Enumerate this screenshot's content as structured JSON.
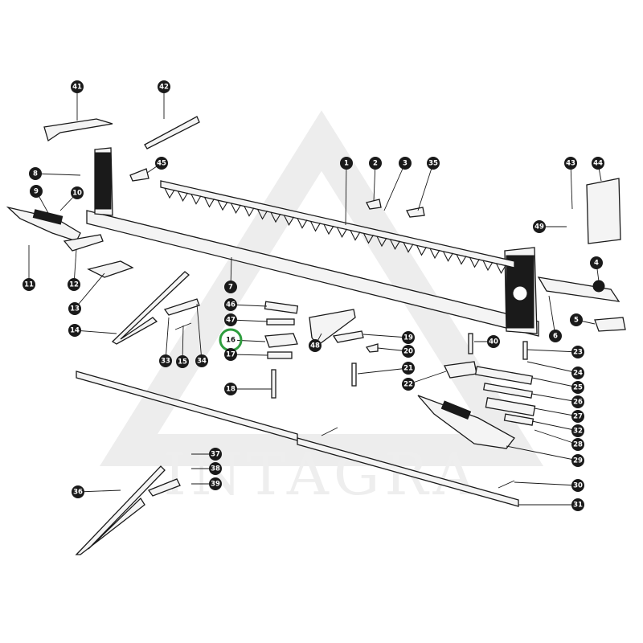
{
  "watermark": {
    "text": "INTAGRA"
  },
  "highlight": {
    "number": "16",
    "ring_color": "#2e9d3e"
  },
  "colors": {
    "ink": "#1a1a1a",
    "watermark": "#e9e9e9"
  },
  "callouts": [
    "1",
    "2",
    "3",
    "4",
    "5",
    "6",
    "7",
    "8",
    "9",
    "10",
    "11",
    "12",
    "13",
    "14",
    "15",
    "16",
    "17",
    "18",
    "19",
    "20",
    "21",
    "22",
    "23",
    "24",
    "25",
    "26",
    "27",
    "28",
    "29",
    "30",
    "31",
    "32",
    "33",
    "34",
    "35",
    "36",
    "37",
    "38",
    "39",
    "40",
    "41",
    "42",
    "43",
    "44",
    "45",
    "46",
    "47",
    "48",
    "49"
  ]
}
